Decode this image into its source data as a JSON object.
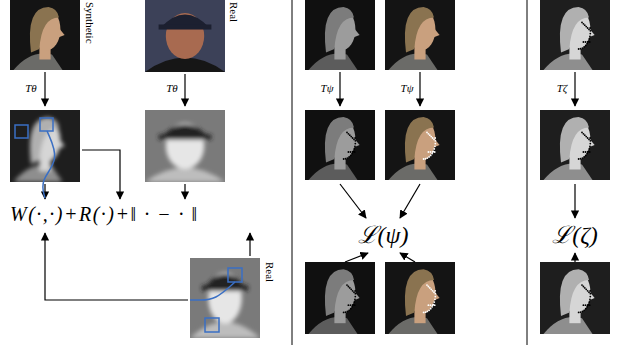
{
  "diagram": {
    "labels": [
      "Synthetic",
      "Tθ",
      "Real",
      "Tθ",
      "W(·,·)+R(·)+‖ · − · ‖",
      "Real",
      "Tψ",
      "Tψ",
      "ℒ(ψ)",
      "Tζ",
      "ℒ(ζ)"
    ]
  }
}
